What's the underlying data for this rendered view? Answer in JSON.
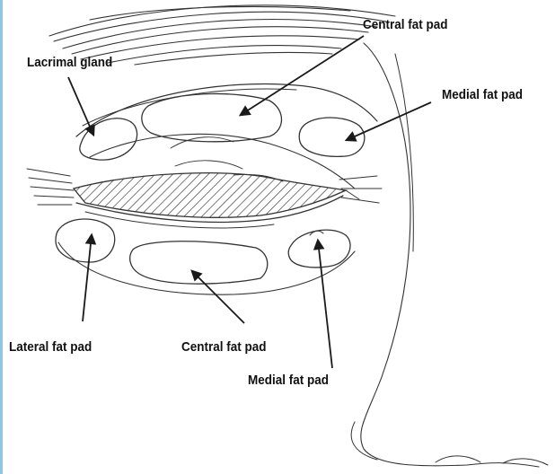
{
  "labels": {
    "central_upper": "Central fat pad",
    "lacrimal": "Lacrimal gland",
    "medial_upper": "Medial fat pad",
    "lateral_lower": "Lateral fat pad",
    "central_lower": "Central fat pad",
    "medial_lower": "Medial fat pad"
  },
  "colors": {
    "accent_rule": "#8ec5ea",
    "ink": "#222222"
  }
}
